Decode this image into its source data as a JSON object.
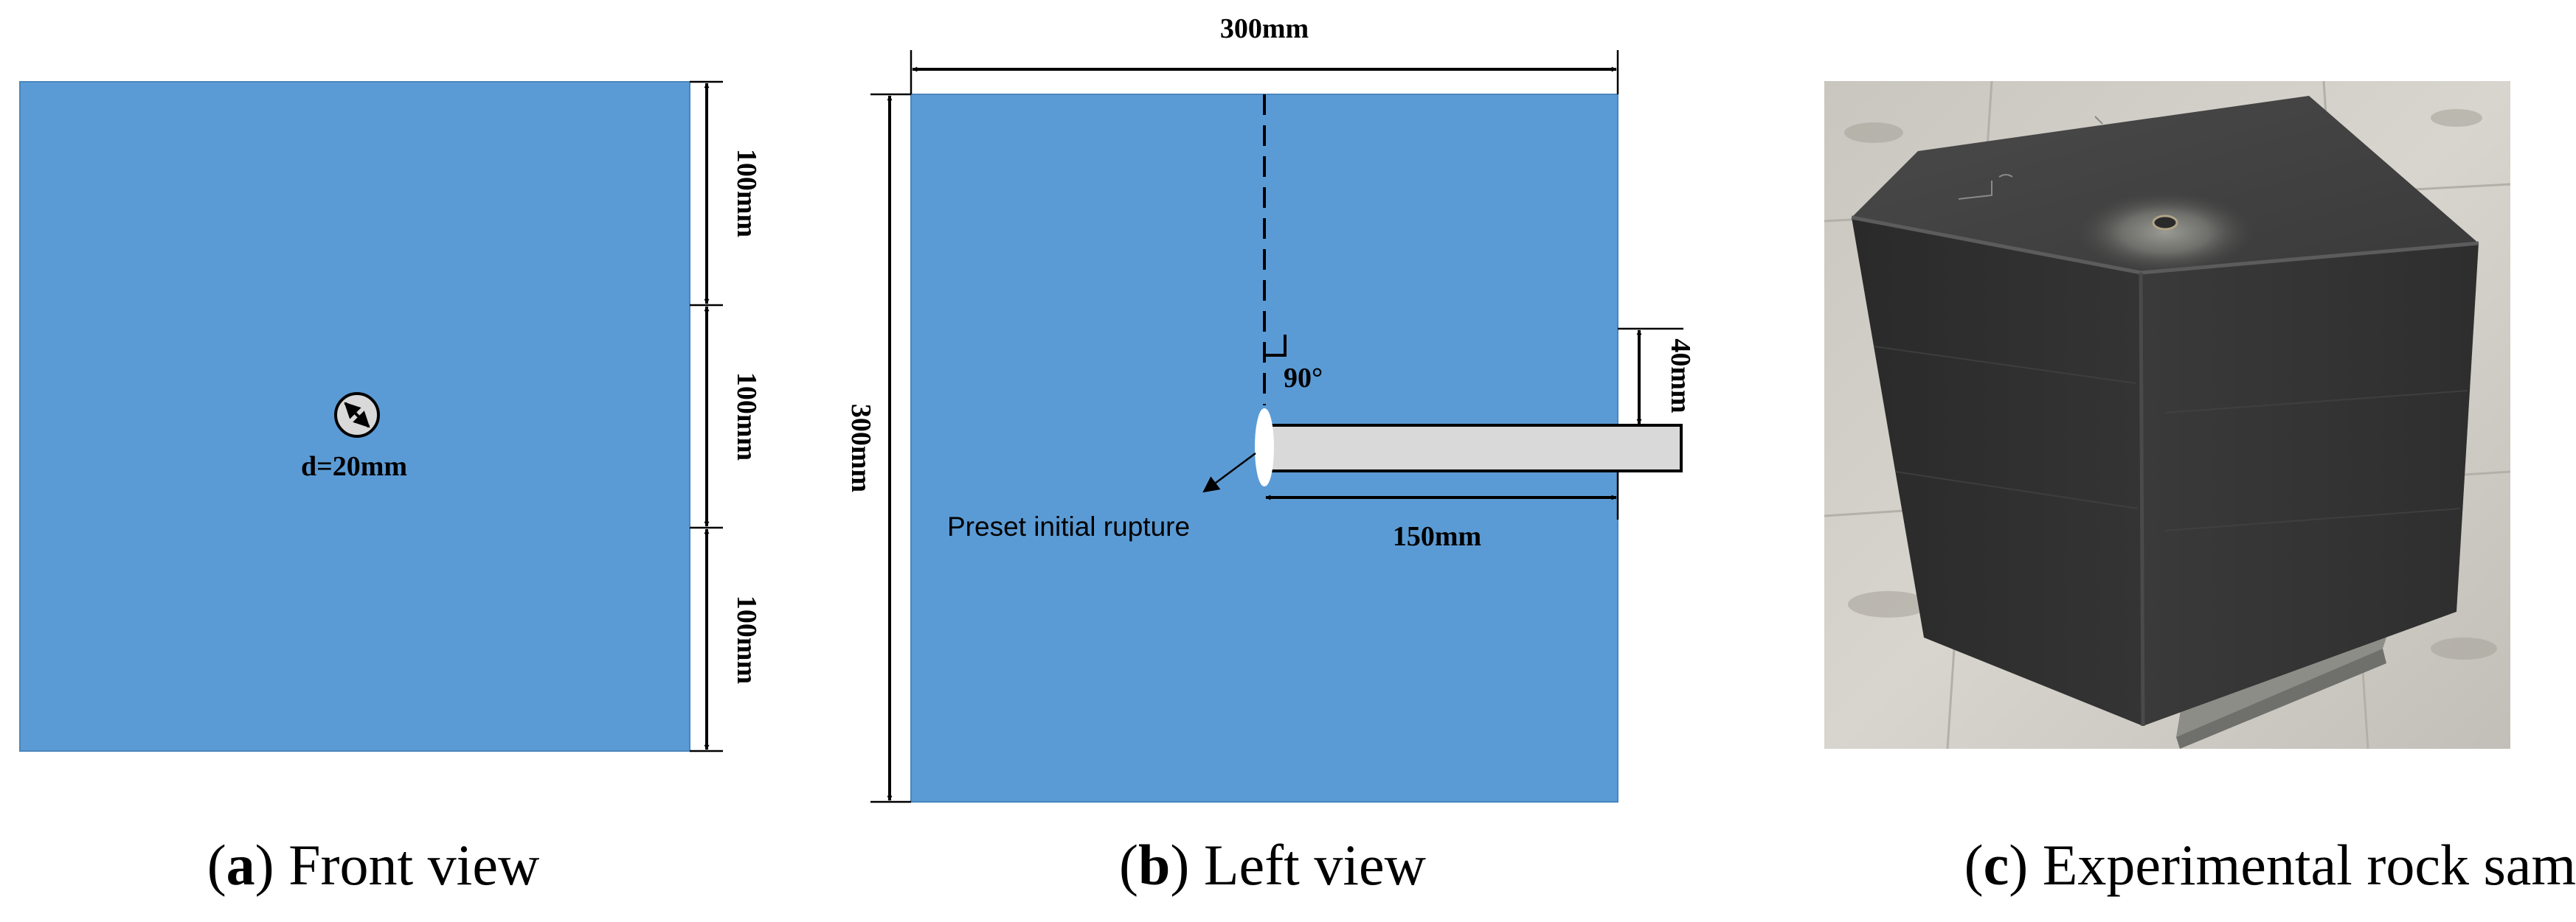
{
  "colors": {
    "face": "#5b9bd5",
    "borehole": "#d9d9d9",
    "line": "#000000"
  },
  "front_view": {
    "dim_top": "100mm",
    "dim_middle": "100mm",
    "dim_bottom": "100mm",
    "hole_label": "d=20mm",
    "caption_letter": "a",
    "caption_text": "Front view"
  },
  "left_view": {
    "dim_width": "300mm",
    "dim_height": "300mm",
    "dim_offset": "40mm",
    "dim_length": "150mm",
    "angle_label": "90°",
    "rupture_label": "Preset initial rupture",
    "caption_letter": "b",
    "caption_text": "Left view"
  },
  "photo": {
    "caption_letter": "c",
    "caption_text": "Experimental rock sample"
  }
}
